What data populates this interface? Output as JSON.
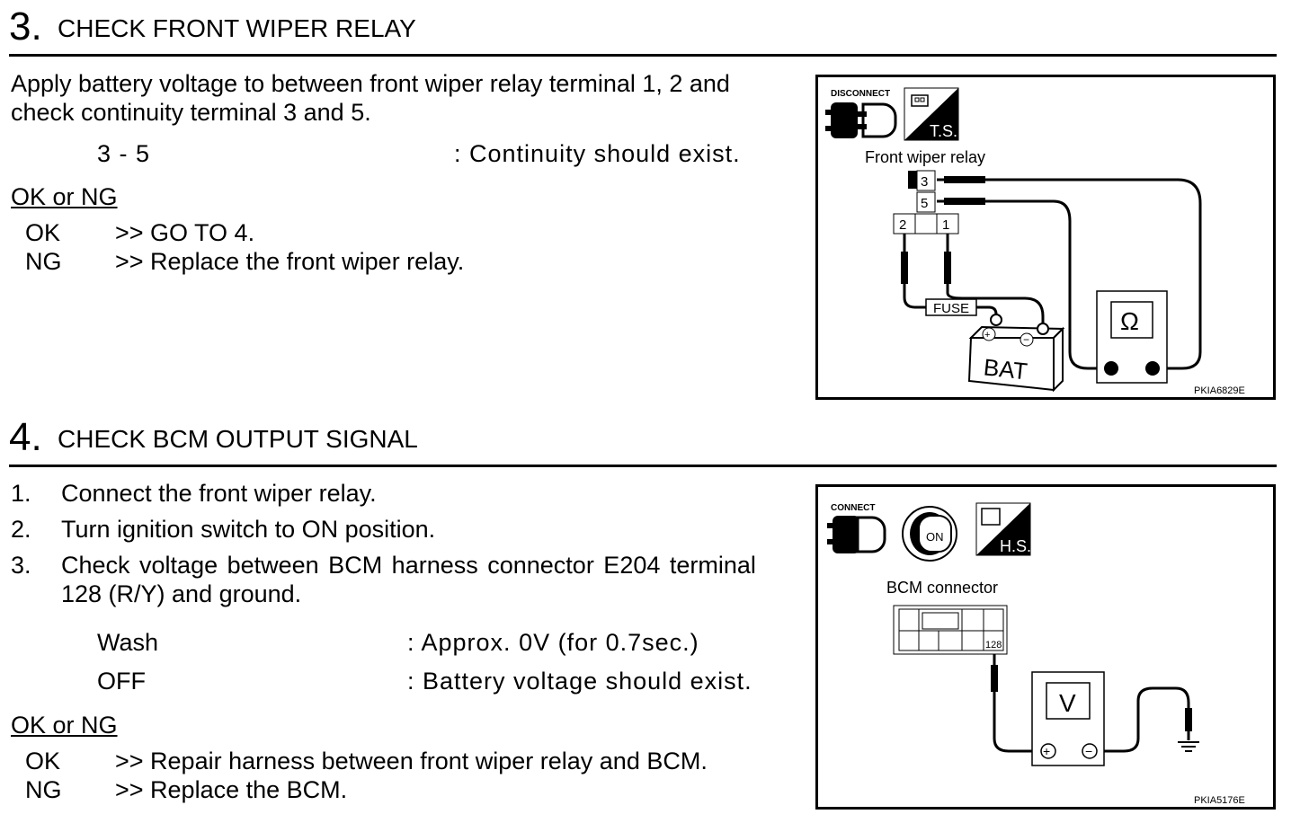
{
  "step3": {
    "number": "3.",
    "title": "CHECK FRONT WIPER RELAY",
    "instruction_line1": "Apply battery voltage to between front wiper relay terminal 1, 2 and",
    "instruction_line2": "check continuity terminal 3 and 5.",
    "spec": {
      "terminals": "3 - 5",
      "result": ": Continuity should exist."
    },
    "ok_ng_label": "OK or NG",
    "ok": {
      "label": "OK",
      "action": ">> GO TO 4."
    },
    "ng": {
      "label": "NG",
      "action": ">> Replace the front wiper relay."
    },
    "figure": {
      "disconnect_label": "DISCONNECT",
      "ts_label": "T.S.",
      "component_label": "Front wiper relay",
      "terminals": [
        "3",
        "5",
        "2",
        "1"
      ],
      "fuse_label": "FUSE",
      "battery_label": "BAT",
      "meter_symbol": "Ω",
      "figure_code": "PKIA6829E"
    }
  },
  "step4": {
    "number": "4.",
    "title": "CHECK BCM OUTPUT SIGNAL",
    "items": [
      {
        "num": "1.",
        "text": "Connect the front wiper relay."
      },
      {
        "num": "2.",
        "text": "Turn ignition switch to ON position."
      },
      {
        "num": "3.",
        "text": "Check voltage between BCM harness connector E204 terminal",
        "text2": "128 (R/Y) and ground."
      }
    ],
    "specs": [
      {
        "condition": "Wash",
        "value": ": Approx. 0V (for 0.7sec.)"
      },
      {
        "condition": "OFF",
        "value": ": Battery voltage  should exist."
      }
    ],
    "ok_ng_label": "OK or NG",
    "ok": {
      "label": "OK",
      "action": ">> Repair harness between front wiper relay and BCM."
    },
    "ng": {
      "label": "NG",
      "action": ">> Replace the BCM."
    },
    "figure": {
      "connect_label": "CONNECT",
      "on_label": "ON",
      "hs_label": "H.S.",
      "component_label": "BCM connector",
      "terminal": "128",
      "meter_symbol": "V",
      "figure_code": "PKIA5176E"
    }
  }
}
